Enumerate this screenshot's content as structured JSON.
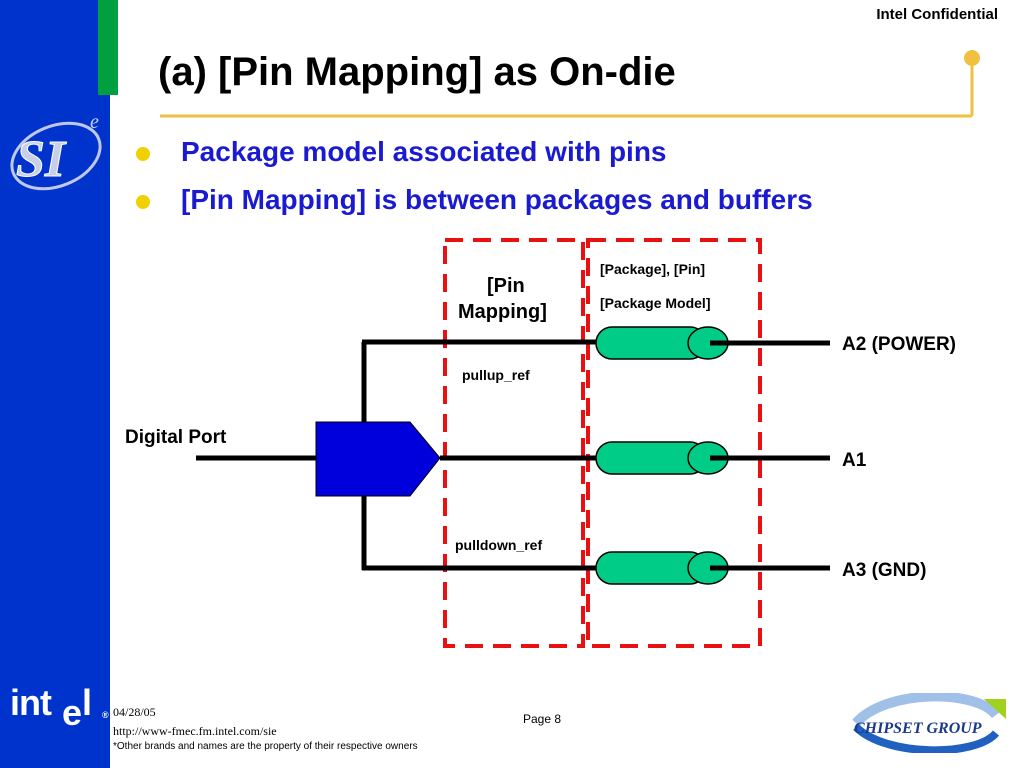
{
  "header": {
    "confidential": "Intel Confidential",
    "title": "(a) [Pin Mapping] as On-die"
  },
  "bullets": [
    "Package model associated with pins",
    "[Pin Mapping] is between packages and buffers"
  ],
  "diagram": {
    "pin_mapping_line1": "[Pin",
    "pin_mapping_line2": "Mapping]",
    "package_pin": "[Package], [Pin]",
    "package_model": "[Package Model]",
    "pullup_ref": "pullup_ref",
    "pulldown_ref": "pulldown_ref",
    "digital_port": "Digital Port",
    "pins": [
      "A2 (POWER)",
      "A1",
      "A3 (GND)"
    ]
  },
  "footer": {
    "date": "04/28/05",
    "url": "http://www-fmec.fm.intel.com/sie",
    "note": "*Other brands and names are the property of their respective owners",
    "page": "Page 8",
    "chipset_logo": "Chipset Group",
    "intel_logo": "intel",
    "si_logo": "SI"
  },
  "colors": {
    "sidebar": "#0033cc",
    "green_bar": "#00a040",
    "bullet_text": "#1a1ad0",
    "bullet_dot": "#f0d000",
    "dashed_box": "#e81010",
    "package_fill": "#00cc88",
    "buffer_fill": "#0000dd"
  }
}
